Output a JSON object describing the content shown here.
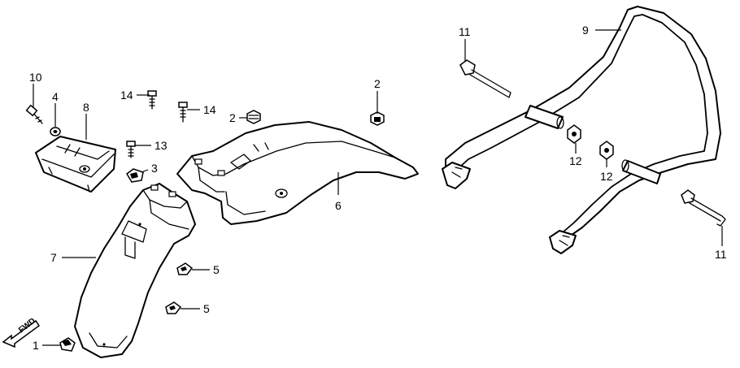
{
  "fwd_label": "FWD",
  "callouts": {
    "c1": "1",
    "c2a": "2",
    "c2b": "2",
    "c3": "3",
    "c4": "4",
    "c5a": "5",
    "c5b": "5",
    "c6": "6",
    "c7": "7",
    "c8": "8",
    "c9": "9",
    "c10": "10",
    "c11a": "11",
    "c11b": "11",
    "c12a": "12",
    "c12b": "12",
    "c13": "13",
    "c14a": "14",
    "c14b": "14"
  }
}
